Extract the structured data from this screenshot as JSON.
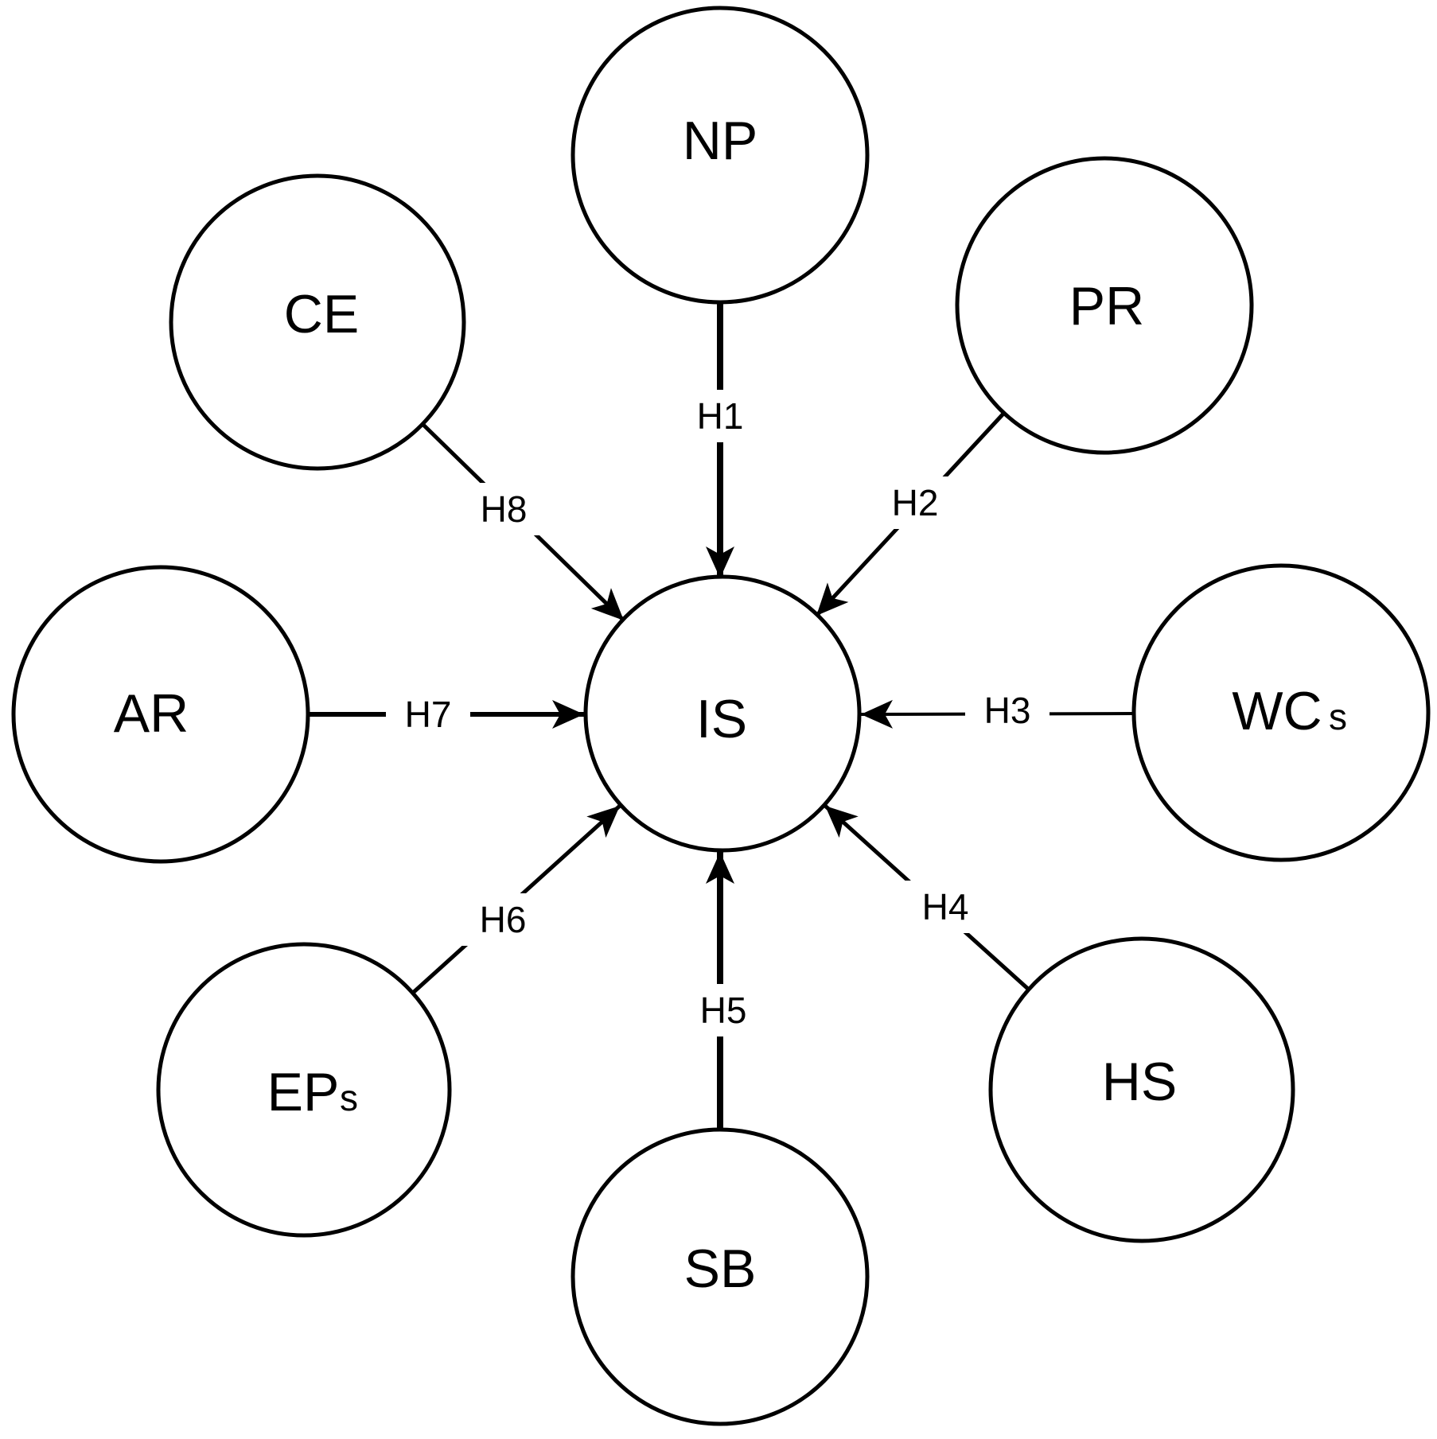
{
  "figure": {
    "type": "diagram",
    "description": "Hypothesis path model: eight antecedent constructs point to the central construct IS",
    "colors": {
      "stroke": "#000000",
      "node_fill": "#ffffff",
      "background": "#ffffff"
    },
    "center": {
      "id": "IS",
      "label": "IS"
    },
    "nodes": [
      {
        "id": "NP",
        "label": "NP",
        "sub": "",
        "position": "top"
      },
      {
        "id": "PR",
        "label": "PR",
        "sub": "",
        "position": "top-right"
      },
      {
        "id": "WCs",
        "label": "WC",
        "sub": "s",
        "position": "right"
      },
      {
        "id": "HS",
        "label": "HS",
        "sub": "",
        "position": "bottom-right"
      },
      {
        "id": "SB",
        "label": "SB",
        "sub": "",
        "position": "bottom"
      },
      {
        "id": "EPs",
        "label": "EP",
        "sub": "s",
        "position": "bottom-left"
      },
      {
        "id": "AR",
        "label": "AR",
        "sub": "",
        "position": "left"
      },
      {
        "id": "CE",
        "label": "CE",
        "sub": "",
        "position": "top-left"
      }
    ],
    "edges": [
      {
        "label": "H1",
        "from": "NP",
        "to": "IS"
      },
      {
        "label": "H2",
        "from": "PR",
        "to": "IS"
      },
      {
        "label": "H3",
        "from": "WCs",
        "to": "IS"
      },
      {
        "label": "H4",
        "from": "HS",
        "to": "IS"
      },
      {
        "label": "H5",
        "from": "SB",
        "to": "IS"
      },
      {
        "label": "H6",
        "from": "EPs",
        "to": "IS"
      },
      {
        "label": "H7",
        "from": "AR",
        "to": "IS"
      },
      {
        "label": "H8",
        "from": "CE",
        "to": "IS"
      }
    ]
  }
}
